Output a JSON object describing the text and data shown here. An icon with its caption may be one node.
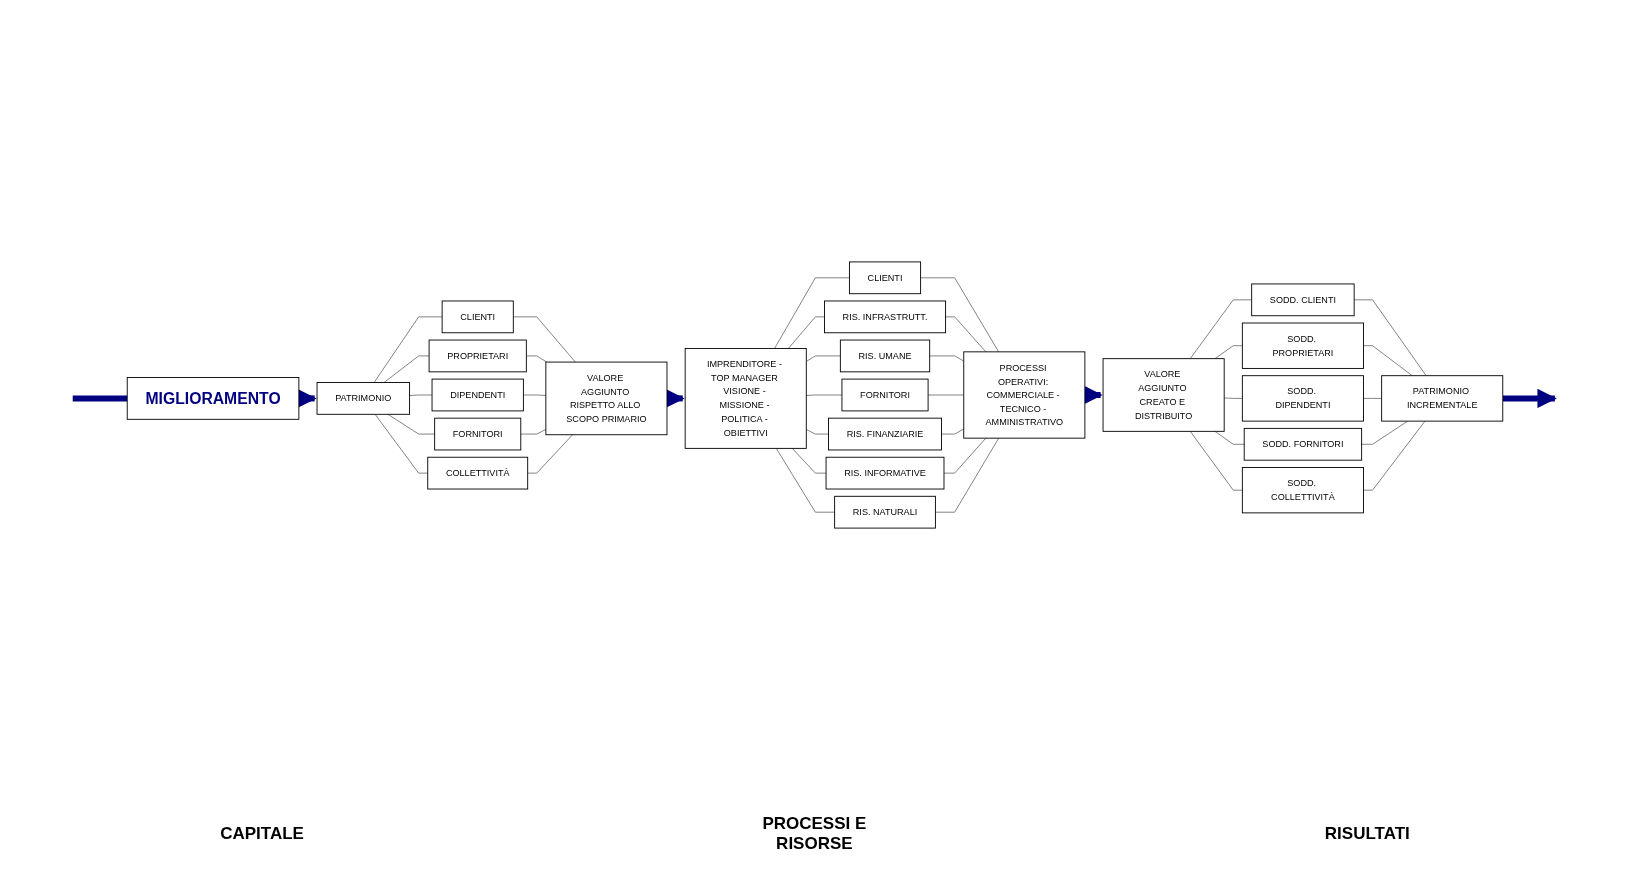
{
  "diagram": {
    "nodes": [
      {
        "text": [
          "MIGLIORAMENTO"
        ]
      },
      {
        "text": [
          "PATRIMONIO"
        ]
      },
      {
        "text": [
          "CLIENTI"
        ]
      },
      {
        "text": [
          "PROPRIETARI"
        ]
      },
      {
        "text": [
          "DIPENDENTI"
        ]
      },
      {
        "text": [
          "FORNITORI"
        ]
      },
      {
        "text": [
          "COLLETTIVITÀ"
        ]
      },
      {
        "text": [
          "VALORE AGGIUNTO RISPETTO ALLO SCOPO PRIMARIO"
        ]
      },
      {
        "text": [
          "IMPRENDITORE - TOP MANAGER VISIONE - MISSIONE - POLITICA - OBIETTIVI"
        ]
      },
      {
        "text": [
          "CLIENTI"
        ]
      },
      {
        "text": [
          "RIS. INFRASTRUTT."
        ]
      },
      {
        "text": [
          "RIS. UMANE"
        ]
      },
      {
        "text": [
          "FORNITORI"
        ]
      },
      {
        "text": [
          "RIS. FINANZIARIE"
        ]
      },
      {
        "text": [
          "RIS. INFORMATIVE"
        ]
      },
      {
        "text": [
          "RIS. NATURALI"
        ]
      },
      {
        "text": [
          "PROCESSI OPERATIVI: COMMERCIALE - TECNICO - AMMINISTRATIVO"
        ]
      },
      {
        "text": [
          "VALORE AGGIUNTO CREATO E DISTRIBUITO"
        ]
      },
      {
        "text": [
          "SODD. CLIENTI"
        ]
      },
      {
        "text": [
          "SODD. PROPRIETARI"
        ]
      },
      {
        "text": [
          "SODD. DIPENDENTI"
        ]
      },
      {
        "text": [
          "SODD. FORNITORI"
        ]
      },
      {
        "text": [
          "SODD. COLLETTIVITÀ"
        ]
      },
      {
        "text": [
          "PATRIMONIO INCREMENTALE"
        ]
      }
    ],
    "edges": [
      {
        "from": 0,
        "to": 1,
        "arrow": "to",
        "style": "thick",
        "color": "#000080"
      },
      {
        "from": 0,
        "to": null,
        "arrow": "none",
        "style": "thick",
        "color": "#000080"
      },
      {
        "from": 1,
        "to": 2,
        "arrow": "none"
      },
      {
        "from": 1,
        "to": 3,
        "arrow": "none"
      },
      {
        "from": 1,
        "to": 4,
        "arrow": "none"
      },
      {
        "from": 1,
        "to": 5,
        "arrow": "none"
      },
      {
        "from": 1,
        "to": 6,
        "arrow": "none"
      },
      {
        "from": 2,
        "to": 7,
        "arrow": "none"
      },
      {
        "from": 3,
        "to": 7,
        "arrow": "none"
      },
      {
        "from": 4,
        "to": 7,
        "arrow": "none"
      },
      {
        "from": 5,
        "to": 7,
        "arrow": "none"
      },
      {
        "from": 6,
        "to": 7,
        "arrow": "none"
      },
      {
        "from": 7,
        "to": 8,
        "arrow": "to",
        "style": "thick",
        "color": "#000080"
      },
      {
        "from": 8,
        "to": 9,
        "arrow": "none"
      },
      {
        "from": 8,
        "to": 10,
        "arrow": "none"
      },
      {
        "from": 8,
        "to": 11,
        "arrow": "none"
      },
      {
        "from": 8,
        "to": 12,
        "arrow": "none"
      },
      {
        "from": 8,
        "to": 13,
        "arrow": "none"
      },
      {
        "from": 8,
        "to": 14,
        "arrow": "none"
      },
      {
        "from": 8,
        "to": 15,
        "arrow": "none"
      },
      {
        "from": 9,
        "to": 16,
        "arrow": "none"
      },
      {
        "from": 10,
        "to": 16,
        "arrow": "none"
      },
      {
        "from": 11,
        "to": 16,
        "arrow": "none"
      },
      {
        "from": 12,
        "to": 16,
        "arrow": "none"
      },
      {
        "from": 13,
        "to": 16,
        "arrow": "none"
      },
      {
        "from": 14,
        "to": 16,
        "arrow": "none"
      },
      {
        "from": 15,
        "to": 16,
        "arrow": "none"
      },
      {
        "from": 16,
        "to": 17,
        "arrow": "to",
        "style": "thick",
        "color": "#000080"
      },
      {
        "from": 17,
        "to": 18,
        "arrow": "none"
      },
      {
        "from": 17,
        "to": 19,
        "arrow": "none"
      },
      {
        "from": 17,
        "to": 20,
        "arrow": "none"
      },
      {
        "from": 17,
        "to": 21,
        "arrow": "none"
      },
      {
        "from": 17,
        "to": 22,
        "arrow": "none"
      },
      {
        "from": 18,
        "to": 23,
        "arrow": "none"
      },
      {
        "from": 19,
        "to": 23,
        "arrow": "none"
      },
      {
        "from": 20,
        "to": 23,
        "arrow": "none"
      },
      {
        "from": 21,
        "to": 23,
        "arrow": "none"
      },
      {
        "from": 22,
        "to": 23,
        "arrow": "none"
      },
      {
        "from": 23,
        "to": null,
        "arrow": "to",
        "style": "thick",
        "color": "#000080"
      }
    ],
    "labels": [
      "CAPITALE",
      "PROCESSI E RISORSE",
      "RISULTATI"
    ]
  }
}
